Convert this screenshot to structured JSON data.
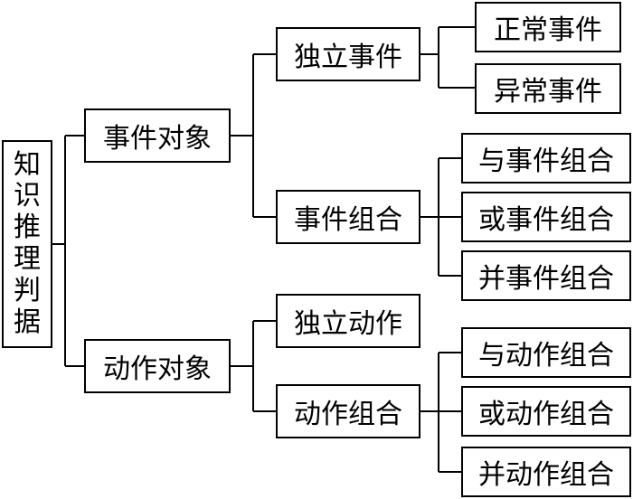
{
  "root": {
    "label": "知识推理判据"
  },
  "branches": [
    {
      "label": "事件对象",
      "children": [
        {
          "label": "独立事件",
          "leaves": [
            "正常事件",
            "异常事件"
          ]
        },
        {
          "label": "事件组合",
          "leaves": [
            "与事件组合",
            "或事件组合",
            "并事件组合"
          ]
        }
      ]
    },
    {
      "label": "动作对象",
      "children": [
        {
          "label": "独立动作",
          "leaves": []
        },
        {
          "label": "动作组合",
          "leaves": [
            "与动作组合",
            "或动作组合",
            "并动作组合"
          ]
        }
      ]
    }
  ]
}
